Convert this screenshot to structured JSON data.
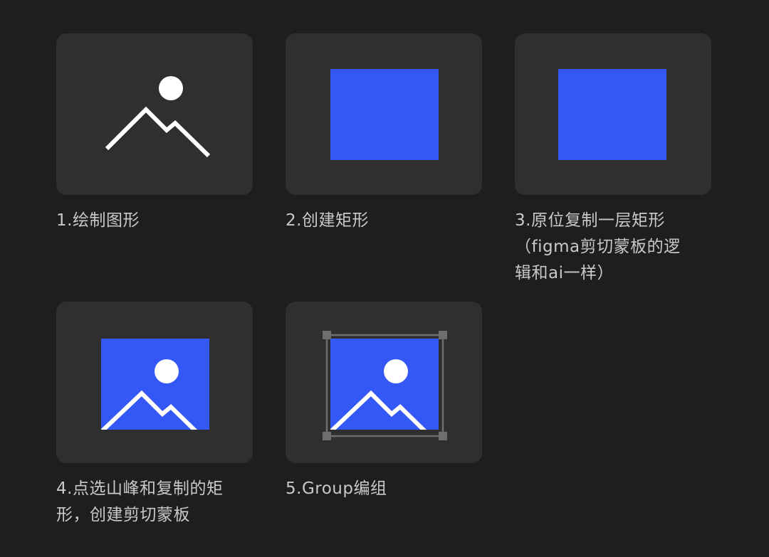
{
  "steps": [
    {
      "id": 1,
      "lines": [
        "1.绘制图形"
      ]
    },
    {
      "id": 2,
      "lines": [
        "2.创建矩形"
      ]
    },
    {
      "id": 3,
      "lines": [
        "3.原位复制一层矩形",
        "（figma剪切蒙板的逻",
        "辑和ai一样）"
      ]
    },
    {
      "id": 4,
      "lines": [
        "4.点选山峰和复制的矩",
        "形，创建剪切蒙板"
      ]
    },
    {
      "id": 5,
      "lines": [
        "5.Group编组"
      ]
    }
  ],
  "colors": {
    "background": "#1e1e1f",
    "card": "#2f2f31",
    "accent_blue": "#3458f6",
    "stroke_white": "#ffffff",
    "selection_gray": "#6e6e6e",
    "caption_text": "#c9c9cb"
  }
}
